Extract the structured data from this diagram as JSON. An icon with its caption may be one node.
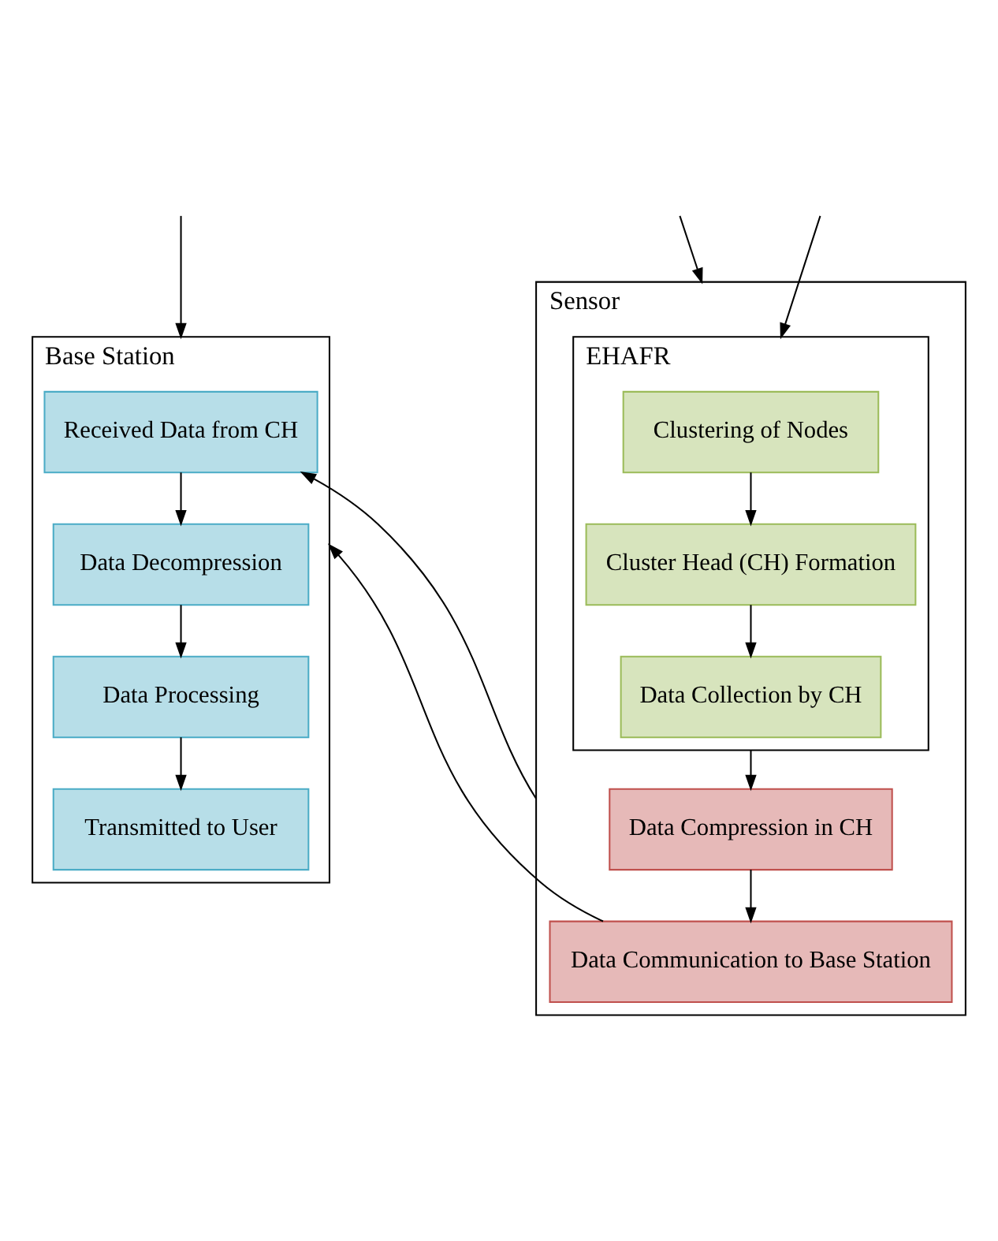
{
  "diagram": {
    "nodes": [
      {
        "text": [
          "Sensor"
        ]
      },
      {
        "text": [
          "EHAFR"
        ],
        "in": 0
      },
      {
        "text": [
          "Clustering of Nodes"
        ],
        "in": 1
      },
      {
        "text": [
          "Cluster Head (CH) Formation"
        ],
        "in": 1
      },
      {
        "text": [
          "Data Collection by CH"
        ],
        "in": 1
      },
      {
        "text": [
          "Data Compression in CH"
        ],
        "in": 0
      },
      {
        "text": [
          "Data Communication to Base Station"
        ],
        "in": 0
      },
      {
        "text": [
          "Base Station"
        ]
      },
      {
        "text": [
          "Received Data from CH"
        ],
        "in": 7
      },
      {
        "text": [
          "Data Decompression"
        ],
        "in": 7
      },
      {
        "text": [
          "Data Processing"
        ],
        "in": 7
      },
      {
        "text": [
          "Transmitted to User"
        ],
        "in": 7
      }
    ],
    "edges": [
      {
        "from": null,
        "to": 0,
        "arrow": "to"
      },
      {
        "from": null,
        "to": 7,
        "arrow": "to"
      },
      {
        "from": null,
        "to": 1,
        "arrow": "to"
      },
      {
        "from": 2,
        "to": 3,
        "arrow": "to"
      },
      {
        "from": 3,
        "to": 4,
        "arrow": "to"
      },
      {
        "from": 1,
        "to": 5,
        "arrow": "to"
      },
      {
        "from": 5,
        "to": 6,
        "arrow": "to"
      },
      {
        "from": 6,
        "to": 7,
        "arrow": "to"
      },
      {
        "from": 0,
        "to": 8,
        "arrow": "to"
      },
      {
        "from": 8,
        "to": 9,
        "arrow": "to"
      },
      {
        "from": 9,
        "to": 10,
        "arrow": "to"
      },
      {
        "from": 10,
        "to": 11,
        "arrow": "to"
      }
    ]
  }
}
